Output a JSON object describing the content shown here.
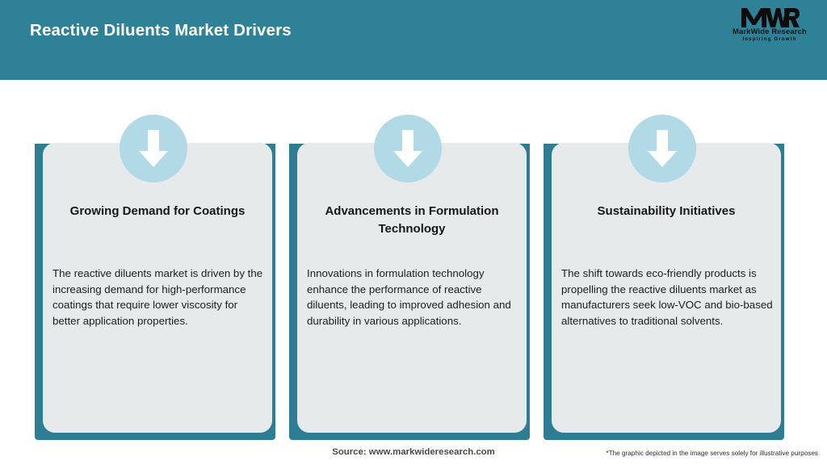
{
  "header": {
    "title": "Reactive Diluents Market Drivers",
    "background_color": "#2f8197"
  },
  "logo": {
    "mark": "MWR",
    "name": "MarkWide Research",
    "tagline": "Inspiring Growth"
  },
  "cards": [
    {
      "icon": "down-arrow-icon",
      "title": "Growing Demand for Coatings",
      "body": "The reactive diluents market is driven by the increasing demand for high-performance coatings that require lower viscosity for better application properties."
    },
    {
      "icon": "down-arrow-icon",
      "title": "Advancements in Formulation Technology",
      "body": "Innovations in formulation technology enhance the performance of reactive diluents, leading to improved adhesion and durability in various applications."
    },
    {
      "icon": "down-arrow-icon",
      "title": "Sustainability Initiatives",
      "body": "The shift towards eco-friendly products is propelling the reactive diluents market as manufacturers seek low-VOC and bio-based alternatives to traditional solvents."
    }
  ],
  "footer": {
    "source": "Source: www.markwideresearch.com",
    "note": "*The graphic depicted in the image serves solely for illustrative purposes"
  },
  "colors": {
    "teal_header": "#2f8197",
    "teal_frame": "#2d7e94",
    "card_grey": "#e6eaeb",
    "icon_circle": "#b1d9e6",
    "icon_arrow": "#ffffff"
  }
}
